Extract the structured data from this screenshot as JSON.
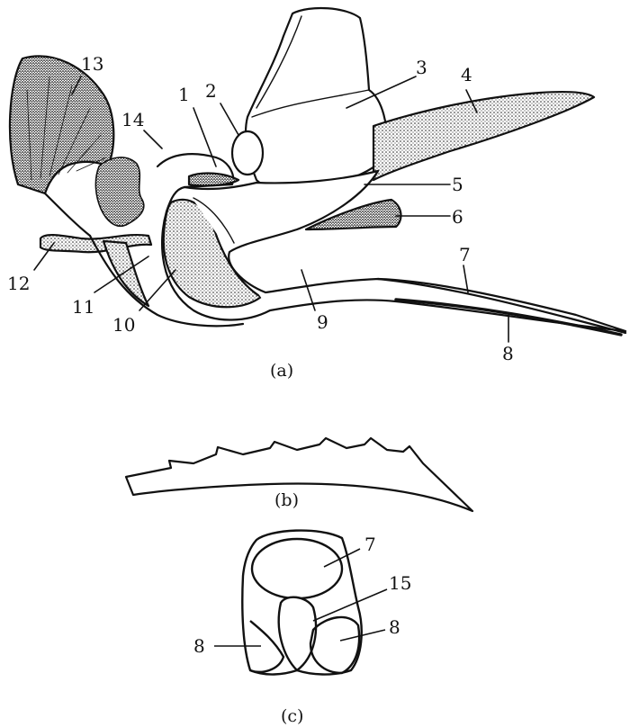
{
  "figure": {
    "panel_a": {
      "caption": "(a)",
      "labels": [
        "1",
        "2",
        "3",
        "4",
        "5",
        "6",
        "7",
        "8",
        "9",
        "10",
        "11",
        "12",
        "13",
        "14"
      ]
    },
    "panel_b": {
      "caption": "(b)"
    },
    "panel_c": {
      "caption": "(c)",
      "labels": [
        "7",
        "15",
        "8",
        "8"
      ]
    }
  }
}
